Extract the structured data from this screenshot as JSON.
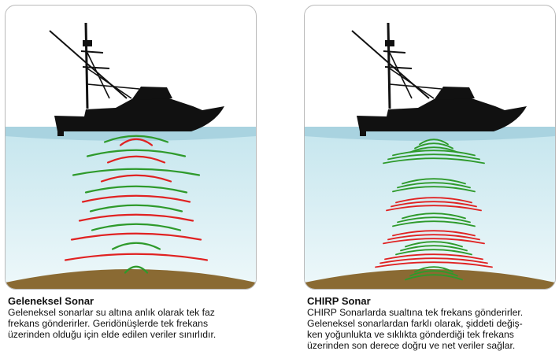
{
  "colors": {
    "sky": "#ffffff",
    "water_top": "#c6e6ee",
    "water_bottom": "#e9f6f9",
    "surface": "#a9d3e0",
    "seabed": "#8a6a33",
    "boat": "#111111",
    "wave_green": "#2e9a2b",
    "wave_red": "#e02222"
  },
  "left": {
    "title": "Geleneksel Sonar",
    "lines": [
      "Geleneksel sonarlar su altına anlık olarak tek faz",
      "frekans gönderirler. Geridönüşlerde  tek frekans",
      "üzerinden olduğu için elde edilen veriler sınırlıdır."
    ]
  },
  "right": {
    "title": "CHIRP Sonar",
    "lines": [
      "CHIRP Sonarlarda sualtına tek frekans gönderirler.",
      "Geleneksel sonarlardan farklı olarak, şiddeti değiş-",
      "ken  yoğunlukta  ve sıklıkta gönderdiği tek frekans",
      "üzerinden son derece doğru ve net veriler sağlar."
    ]
  }
}
